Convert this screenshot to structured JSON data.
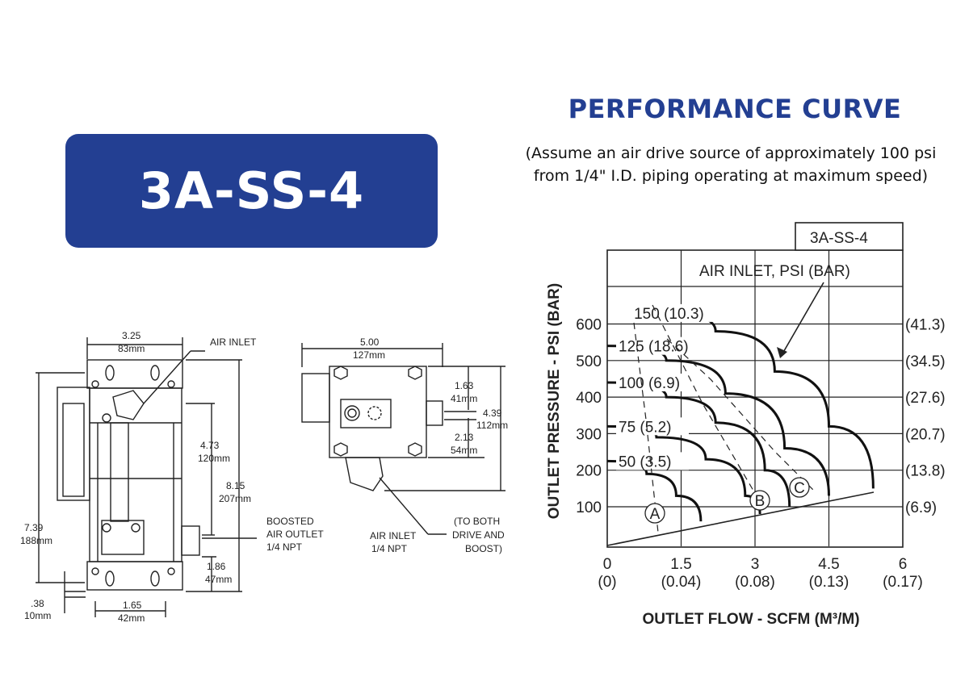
{
  "model_badge": {
    "label": "3A-SS-4",
    "color": "#233f92"
  },
  "performance": {
    "title": "PERFORMANCE CURVE",
    "subtitle_line1": "(Assume an air drive source of approximately 100 psi",
    "subtitle_line2": "from 1/4\" I.D. piping operating at maximum speed)"
  },
  "drawing": {
    "front_view": {
      "width_in": "3.25",
      "width_mm": "83mm",
      "air_inlet": "AIR  INLET",
      "h1_in": "4.73",
      "h1_mm": "120mm",
      "h2_in": "8.15",
      "h2_mm": "207mm",
      "h3_in": "7.39",
      "h3_mm": "188mm",
      "h4_in": "1.86",
      "h4_mm": "47mm",
      "base_in": ".38",
      "base_mm": "10mm",
      "foot_in": "1.65",
      "foot_mm": "42mm",
      "outlet_l1": "BOOSTED",
      "outlet_l2": "AIR  OUTLET",
      "outlet_l3": "1/4  NPT"
    },
    "side_view": {
      "width_in": "5.00",
      "width_mm": "127mm",
      "d1_in": "1.63",
      "d1_mm": "41mm",
      "d2_in": "4.39",
      "d2_mm": "112mm",
      "d3_in": "2.13",
      "d3_mm": "54mm",
      "inlet_l1": "AIR  INLET",
      "inlet_l2": "1/4  NPT",
      "note_l1": "(TO BOTH",
      "note_l2": "DRIVE AND",
      "note_l3": "BOOST)"
    }
  },
  "chart_data": {
    "type": "line",
    "model_label": "3A-SS-4",
    "annotation": "AIR INLET, PSI (BAR)",
    "xlabel": "OUTLET FLOW - SCFM (M³/M)",
    "ylabel": "OUTLET PRESSURE - PSI (BAR)",
    "xlim": [
      0,
      6
    ],
    "ylim": [
      0,
      800
    ],
    "x_ticks": [
      {
        "value": 0,
        "label": "0",
        "metric": "(0)"
      },
      {
        "value": 1.5,
        "label": "1.5",
        "metric": "(0.04)"
      },
      {
        "value": 3,
        "label": "3",
        "metric": "(0.08)"
      },
      {
        "value": 4.5,
        "label": "4.5",
        "metric": "(0.13)"
      },
      {
        "value": 6,
        "label": "6",
        "metric": "(0.17)"
      }
    ],
    "y_ticks": [
      {
        "value": 100,
        "label": "100",
        "metric": "(6.9)"
      },
      {
        "value": 200,
        "label": "200",
        "metric": "(13.8)"
      },
      {
        "value": 300,
        "label": "300",
        "metric": "(20.7)"
      },
      {
        "value": 400,
        "label": "400",
        "metric": "(27.6)"
      },
      {
        "value": 500,
        "label": "500",
        "metric": "(34.5)"
      },
      {
        "value": 600,
        "label": "600",
        "metric": "(41.3)"
      }
    ],
    "series": [
      {
        "name": "150 (10.3)",
        "x": [
          1.1,
          2.2,
          3.4,
          4.5,
          5.4
        ],
        "y": [
          630,
          580,
          470,
          320,
          150
        ]
      },
      {
        "name": "125 (18.6)",
        "x": [
          0,
          1.2,
          2.4,
          3.6,
          4.5
        ],
        "y": [
          540,
          500,
          410,
          260,
          130
        ]
      },
      {
        "name": "100 (6.9)",
        "x": [
          0,
          1.2,
          2.2,
          3.2,
          3.7
        ],
        "y": [
          440,
          400,
          330,
          200,
          100
        ]
      },
      {
        "name": "75 (5.2)",
        "x": [
          0,
          1.0,
          2.0,
          2.8,
          3.1
        ],
        "y": [
          320,
          290,
          230,
          130,
          80
        ]
      },
      {
        "name": "50 (3.5)",
        "x": [
          0,
          0.8,
          1.4,
          1.9
        ],
        "y": [
          225,
          190,
          130,
          60
        ]
      }
    ],
    "markers": [
      "A",
      "B",
      "C"
    ],
    "grid": true,
    "colors": {
      "axis": "#222222",
      "curve": "#111111"
    }
  }
}
